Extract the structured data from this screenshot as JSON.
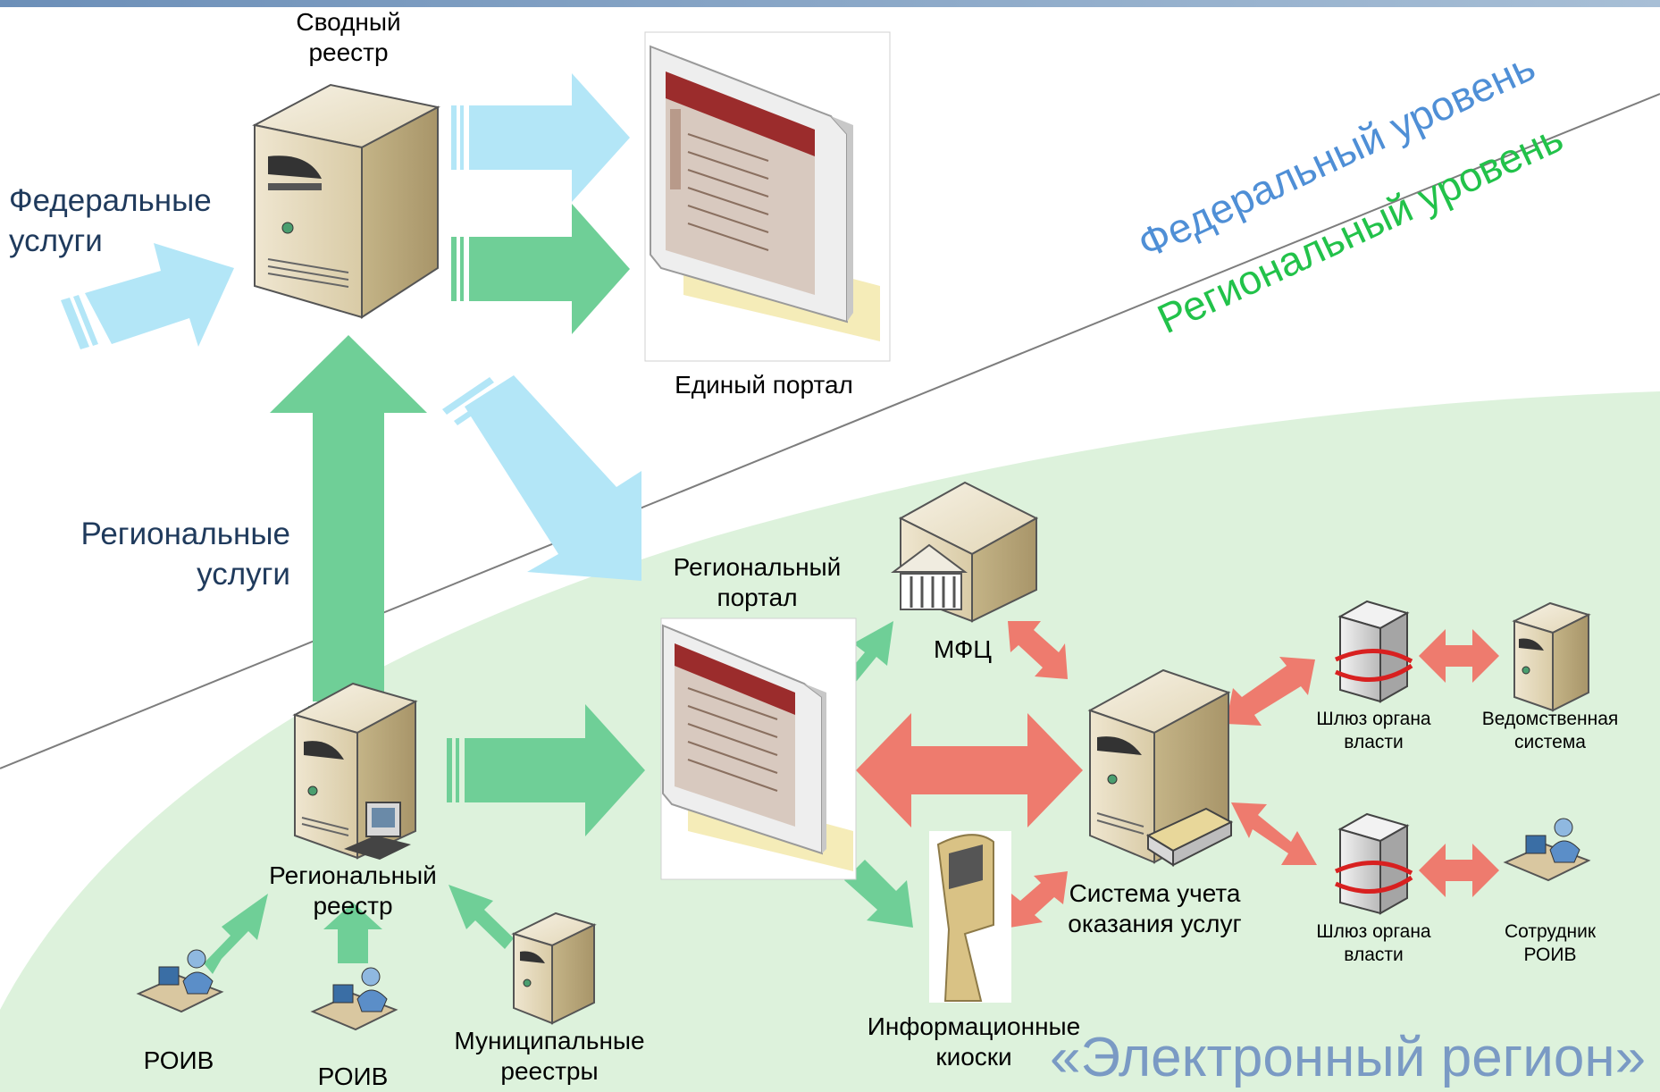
{
  "labels": {
    "svodny": "Сводный\nреестр",
    "edinyi": "Единый портал",
    "fed_services": "Федеральные\nуслуги",
    "reg_services": "Региональные\nуслуги",
    "reg_portal": "Региональный\nпортал",
    "mfc": "МФЦ",
    "reg_reestr": "Региональный\nреестр",
    "roiv1": "РОИВ",
    "roiv2": "РОИВ",
    "municipal": "Муниципальные\nреестры",
    "kiosks": "Информационные\nкиоски",
    "system": "Система учета\nоказания услуг",
    "gateway1": "Шлюз органа\nвласти",
    "gateway2": "Шлюз органа\nвласти",
    "dept_system": "Ведомственная\nсистема",
    "employee": "Сотрудник\nРОИВ"
  },
  "levels": {
    "federal": "Федеральный уровень",
    "regional": "Региональный уровень"
  },
  "title": "«Электронный регион»",
  "colors": {
    "light_blue_arrow": "#b3e6f7",
    "green_arrow": "#6fcf97",
    "red_arrow": "#ee7b6e",
    "region_bg": "#ddf2dc",
    "federal_text": "#4f8fd6",
    "regional_text": "#22c24a",
    "title_text": "#7a9ac4"
  }
}
